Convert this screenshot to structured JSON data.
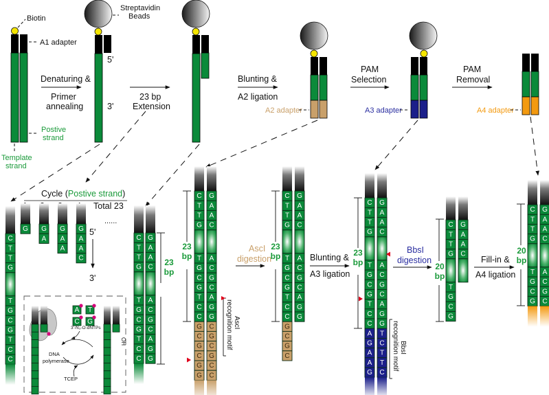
{
  "colors": {
    "green": "#0b8a3a",
    "green_border": "#0a3d1a",
    "black": "#000000",
    "biotin": "#f5e600",
    "tan": "#c9a06a",
    "navy": "#1b1f8a",
    "orange": "#f39a10",
    "red": "#e0001b",
    "magenta": "#d4007a",
    "label_green": "#1a9a3a",
    "label_tan": "#c9a06a",
    "label_navy": "#2a2ea0",
    "label_orange": "#f39a10"
  },
  "top_row": {
    "labels": {
      "biotin": "Biotin",
      "streptavidin_1": "Streptavidin",
      "streptavidin_2": "Beads",
      "a1_adapter": "A1 adapter",
      "positive_strand_1": "Postive",
      "positive_strand_2": "strand",
      "template_strand_1": "Template",
      "template_strand_2": "strand",
      "five_prime": "5'",
      "three_prime": "3'",
      "a2_adapter": "A2 adapter",
      "a3_adapter": "A3 adapter",
      "a4_adapter": "A4 adapter"
    },
    "steps": [
      {
        "line1": "Denaturing &",
        "line2": "Primer",
        "line3": "annealing"
      },
      {
        "line1": "23 bp",
        "line2": "Extension"
      },
      {
        "line1": "Blunting &",
        "line2": "A2 ligation"
      },
      {
        "line1": "PAM",
        "line2": "Selection"
      },
      {
        "line1": "PAM",
        "line2": "Removal"
      }
    ]
  },
  "cycle_panel": {
    "title_prefix": "Cycle (",
    "title_colored": "Postive strand",
    "title_suffix": ")",
    "cycle_numbers": [
      "1",
      "2",
      "3",
      "4"
    ],
    "total": "Total 23",
    "ellipsis": "......",
    "five_prime": "5'",
    "three_prime": "3'",
    "cycles": [
      [
        "G"
      ],
      [
        "G",
        "A"
      ],
      [
        "G",
        "A",
        "A"
      ],
      [
        "G",
        "A",
        "A",
        "C"
      ]
    ],
    "template_top": [
      "C",
      "T",
      "T",
      "G"
    ],
    "template_bottom": [
      "T",
      "G",
      "C",
      "G",
      "T",
      "C",
      "C"
    ],
    "inset": {
      "nucleotides": [
        "A",
        "T",
        "C",
        "G"
      ],
      "dntp_label": "3'-N₃-O-dNTPs",
      "polymerase_1": "DNA",
      "polymerase_2": "polymerase",
      "tcep": "TCEP",
      "oh": "OH"
    }
  },
  "bottom_row": {
    "duplex_23bp": {
      "left_top": [
        "C",
        "T",
        "T",
        "G"
      ],
      "left_bottom": [
        "T",
        "G",
        "C",
        "G",
        "T",
        "C",
        "C"
      ],
      "right_top": [
        "G",
        "A",
        "A",
        "C"
      ],
      "right_bottom": [
        "A",
        "C",
        "G",
        "C",
        "A",
        "G",
        "G"
      ],
      "bp_label_1": "23",
      "bp_label_2": "bp"
    },
    "ascI_stage": {
      "left_top": [
        "C",
        "T",
        "T",
        "G"
      ],
      "left_bottom": [
        "T",
        "G",
        "C",
        "G",
        "T",
        "C",
        "C"
      ],
      "left_adapter": [
        "G",
        "C",
        "G",
        "C",
        "G",
        "G"
      ],
      "right_top": [
        "G",
        "A",
        "A",
        "C"
      ],
      "right_bottom": [
        "A",
        "C",
        "G",
        "C",
        "A",
        "G",
        "G"
      ],
      "right_adapter": [
        "C",
        "G",
        "C",
        "G",
        "C",
        "C"
      ],
      "bp_label_1": "23",
      "bp_label_2": "bp",
      "motif_1": "AscI",
      "motif_2": "recognition motif"
    },
    "step_ascI": {
      "line1": "AscI",
      "line2": "digestion"
    },
    "after_ascI": {
      "left_top": [
        "C",
        "T",
        "T",
        "G"
      ],
      "left_bottom": [
        "T",
        "G",
        "C",
        "G",
        "T",
        "C",
        "C"
      ],
      "left_adapter": [
        "G",
        "C",
        "G",
        "C"
      ],
      "right_top": [
        "G",
        "A",
        "A",
        "C"
      ],
      "right_bottom": [
        "A",
        "C",
        "G",
        "C",
        "A",
        "G",
        "G"
      ],
      "bp_label_1": "23",
      "bp_label_2": "bp"
    },
    "step_a3": {
      "line1": "Blunting &",
      "line2": "A3 ligation"
    },
    "bbsI_stage": {
      "left_top": [
        "C",
        "T",
        "T",
        "G"
      ],
      "left_bottom": [
        "T",
        "G",
        "C",
        "G",
        "T",
        "C",
        "C"
      ],
      "left_adapter": [
        "A",
        "G",
        "A",
        "A",
        "G"
      ],
      "right_top": [
        "G",
        "A",
        "A",
        "C"
      ],
      "right_bottom": [
        "A",
        "C",
        "G",
        "C",
        "A",
        "G",
        "G"
      ],
      "right_adapter": [
        "T",
        "C",
        "T",
        "T",
        "C"
      ],
      "bp_label_1": "23",
      "bp_label_2": "bp",
      "motif_1": "BbsI",
      "motif_2": "recognition motif"
    },
    "step_bbsI": {
      "line1": "BbsI",
      "line2": "digestion"
    },
    "after_bbsI": {
      "left_top": [
        "C",
        "T",
        "T",
        "G"
      ],
      "left_bottom": [
        "T",
        "G",
        "C",
        "G"
      ],
      "right_top": [
        "G",
        "A",
        "A",
        "C"
      ],
      "bp_label_1": "20",
      "bp_label_2": "bp"
    },
    "step_a4": {
      "line1": "Fill-in &",
      "line2": "A4 ligation"
    },
    "final": {
      "left_top": [
        "C",
        "T",
        "T",
        "G"
      ],
      "left_bottom": [
        "T",
        "G",
        "C",
        "G"
      ],
      "right_top": [
        "G",
        "A",
        "A",
        "C"
      ],
      "right_bottom": [
        "A",
        "C",
        "G",
        "C"
      ],
      "bp_label_1": "20",
      "bp_label_2": "bp"
    }
  }
}
